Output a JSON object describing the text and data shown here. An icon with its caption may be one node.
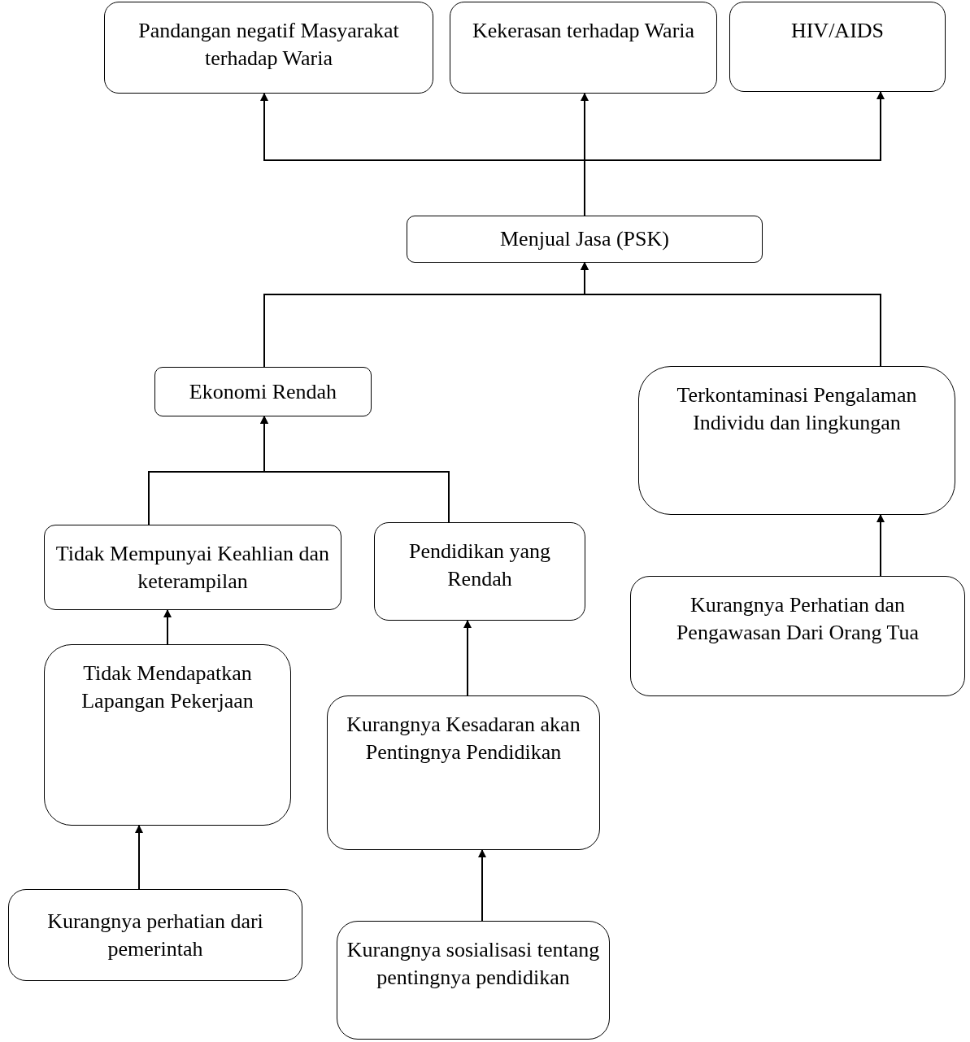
{
  "diagram": {
    "nodes": [
      {
        "text": [
          "Pandangan negatif Masyarakat terhadap Waria"
        ]
      },
      {
        "text": [
          "Kekerasan terhadap Waria"
        ]
      },
      {
        "text": [
          "HIV/AIDS"
        ]
      },
      {
        "text": [
          "Menjual Jasa (PSK)"
        ]
      },
      {
        "text": [
          "Ekonomi Rendah"
        ]
      },
      {
        "text": [
          "Terkontaminasi Pengalaman Individu dan lingkungan"
        ]
      },
      {
        "text": [
          "Tidak Mempunyai Keahlian dan keterampilan"
        ]
      },
      {
        "text": [
          "Pendidikan yang Rendah"
        ]
      },
      {
        "text": [
          "Kurangnya Perhatian dan Pengawasan Dari Orang Tua"
        ]
      },
      {
        "text": [
          "Tidak Mendapatkan Lapangan Pekerjaan"
        ]
      },
      {
        "text": [
          "Kurangnya Kesadaran akan Pentingnya Pendidikan"
        ]
      },
      {
        "text": [
          "Kurangnya perhatian dari pemerintah"
        ]
      },
      {
        "text": [
          "Kurangnya sosialisasi tentang pentingnya pendidikan"
        ]
      }
    ],
    "edges": [
      {
        "from": 3,
        "to": 0,
        "arrow": "to"
      },
      {
        "from": 3,
        "to": 1,
        "arrow": "to"
      },
      {
        "from": 3,
        "to": 2,
        "arrow": "to"
      },
      {
        "from": 4,
        "to": 3,
        "arrow": "to"
      },
      {
        "from": 5,
        "to": 3,
        "arrow": "to"
      },
      {
        "from": 6,
        "to": 4,
        "arrow": "to"
      },
      {
        "from": 7,
        "to": 4,
        "arrow": "to"
      },
      {
        "from": 9,
        "to": 6,
        "arrow": "to"
      },
      {
        "from": 10,
        "to": 7,
        "arrow": "to"
      },
      {
        "from": 8,
        "to": 5,
        "arrow": "to"
      },
      {
        "from": 11,
        "to": 9,
        "arrow": "to"
      },
      {
        "from": 12,
        "to": 10,
        "arrow": "to"
      }
    ]
  }
}
